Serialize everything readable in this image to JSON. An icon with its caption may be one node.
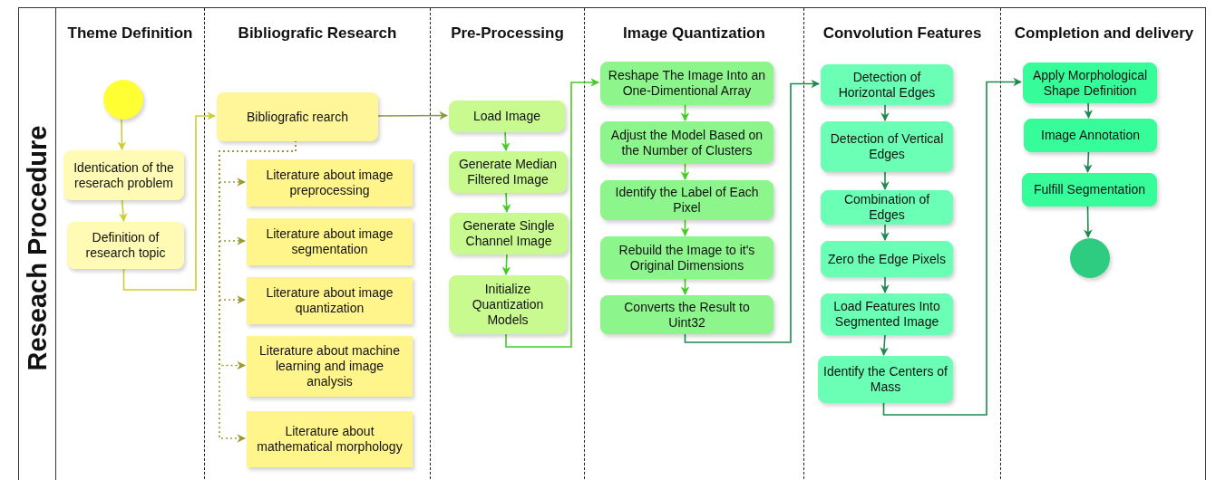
{
  "diagram": {
    "nodes": [
      {
        "text": [
          "Reseach Procedure"
        ]
      },
      {
        "text": [
          "Theme Definition"
        ],
        "in": 0
      },
      {
        "text": [],
        "shape": "circle",
        "in": 1
      },
      {
        "text": [
          "Identication of the reserach problem"
        ],
        "in": 1
      },
      {
        "text": [
          "Definition of research topic"
        ],
        "in": 1
      },
      {
        "text": [
          "Bibliografic Research"
        ],
        "in": 0
      },
      {
        "text": [
          "Bibliografic rearch"
        ],
        "in": 5
      },
      {
        "text": [
          "Literature about image preprocessing"
        ],
        "in": 5
      },
      {
        "text": [
          "Literature about image segmentation"
        ],
        "in": 5
      },
      {
        "text": [
          "Literature about image quantization"
        ],
        "in": 5
      },
      {
        "text": [
          "Literature about machine learning and image analysis"
        ],
        "in": 5
      },
      {
        "text": [
          "Literature about mathematical morphology"
        ],
        "in": 5
      },
      {
        "text": [
          "Pre-Processing"
        ],
        "in": 0
      },
      {
        "text": [
          "Load Image"
        ],
        "in": 12
      },
      {
        "text": [
          "Generate Median Filtered Image"
        ],
        "in": 12
      },
      {
        "text": [
          "Generate Single Channel Image"
        ],
        "in": 12
      },
      {
        "text": [
          "Initialize Quantization Models"
        ],
        "in": 12
      },
      {
        "text": [
          "Image Quantization"
        ],
        "in": 0
      },
      {
        "text": [
          "Reshape The Image Into an One-Dimentional Array"
        ],
        "in": 17
      },
      {
        "text": [
          "Adjust the Model Based on the Number of Clusters"
        ],
        "in": 17
      },
      {
        "text": [
          "Identify the Label of Each Pixel"
        ],
        "in": 17
      },
      {
        "text": [
          "Rebuild the Image to it's Original Dimensions"
        ],
        "in": 17
      },
      {
        "text": [
          "Converts the Result to Uint32"
        ],
        "in": 17
      },
      {
        "text": [
          "Convolution Features"
        ],
        "in": 0
      },
      {
        "text": [
          "Detection of Horizontal Edges"
        ],
        "in": 23
      },
      {
        "text": [
          "Detection of Vertical Edges"
        ],
        "in": 23
      },
      {
        "text": [
          "Combination of Edges"
        ],
        "in": 23
      },
      {
        "text": [
          "Zero the Edge Pixels"
        ],
        "in": 23
      },
      {
        "text": [
          "Load Features Into Segmented Image"
        ],
        "in": 23
      },
      {
        "text": [
          "Identify the Centers of Mass"
        ],
        "in": 23
      },
      {
        "text": [
          "Completion and delivery"
        ],
        "in": 0
      },
      {
        "text": [
          "Apply Morphological Shape Definition"
        ],
        "in": 30
      },
      {
        "text": [
          "Image Annotation"
        ],
        "in": 30
      },
      {
        "text": [
          "Fulfill Segmentation"
        ],
        "in": 30
      },
      {
        "text": [],
        "shape": "circle",
        "in": 30
      }
    ],
    "edges": [
      {
        "from": 2,
        "to": 3,
        "arrow": "to",
        "color": "#cccc33"
      },
      {
        "from": 3,
        "to": 4,
        "arrow": "to",
        "color": "#cccc33"
      },
      {
        "from": 4,
        "to": 6,
        "arrow": "to",
        "color": "#cccc33"
      },
      {
        "from": 6,
        "to": 7,
        "arrow": "to",
        "style": "dashed",
        "color": "#9a9a30"
      },
      {
        "from": 6,
        "to": 8,
        "arrow": "to",
        "style": "dashed",
        "color": "#9a9a30"
      },
      {
        "from": 6,
        "to": 9,
        "arrow": "to",
        "style": "dashed",
        "color": "#9a9a30"
      },
      {
        "from": 6,
        "to": 10,
        "arrow": "to",
        "style": "dashed",
        "color": "#9a9a30"
      },
      {
        "from": 6,
        "to": 11,
        "arrow": "to",
        "style": "dashed",
        "color": "#9a9a30"
      },
      {
        "from": 6,
        "to": 13,
        "arrow": "to",
        "color": "#8a9a40"
      },
      {
        "from": 13,
        "to": 14,
        "arrow": "to",
        "color": "#44cc22"
      },
      {
        "from": 14,
        "to": 15,
        "arrow": "to",
        "color": "#44cc22"
      },
      {
        "from": 15,
        "to": 16,
        "arrow": "to",
        "color": "#44cc22"
      },
      {
        "from": 16,
        "to": 18,
        "arrow": "to",
        "color": "#44cc22"
      },
      {
        "from": 18,
        "to": 19,
        "arrow": "to",
        "color": "#44cc22"
      },
      {
        "from": 19,
        "to": 20,
        "arrow": "to",
        "color": "#44cc22"
      },
      {
        "from": 20,
        "to": 21,
        "arrow": "to",
        "color": "#44cc22"
      },
      {
        "from": 21,
        "to": 22,
        "arrow": "to",
        "color": "#44cc22"
      },
      {
        "from": 22,
        "to": 24,
        "arrow": "to"
      },
      {
        "from": 24,
        "to": 25,
        "arrow": "to"
      },
      {
        "from": 25,
        "to": 26,
        "arrow": "to"
      },
      {
        "from": 26,
        "to": 27,
        "arrow": "to"
      },
      {
        "from": 27,
        "to": 28,
        "arrow": "to"
      },
      {
        "from": 28,
        "to": 29,
        "arrow": "to"
      },
      {
        "from": 29,
        "to": 31,
        "arrow": "to"
      },
      {
        "from": 31,
        "to": 32,
        "arrow": "to"
      },
      {
        "from": 32,
        "to": 33,
        "arrow": "to"
      },
      {
        "from": 33,
        "to": 34,
        "arrow": "to"
      }
    ]
  }
}
